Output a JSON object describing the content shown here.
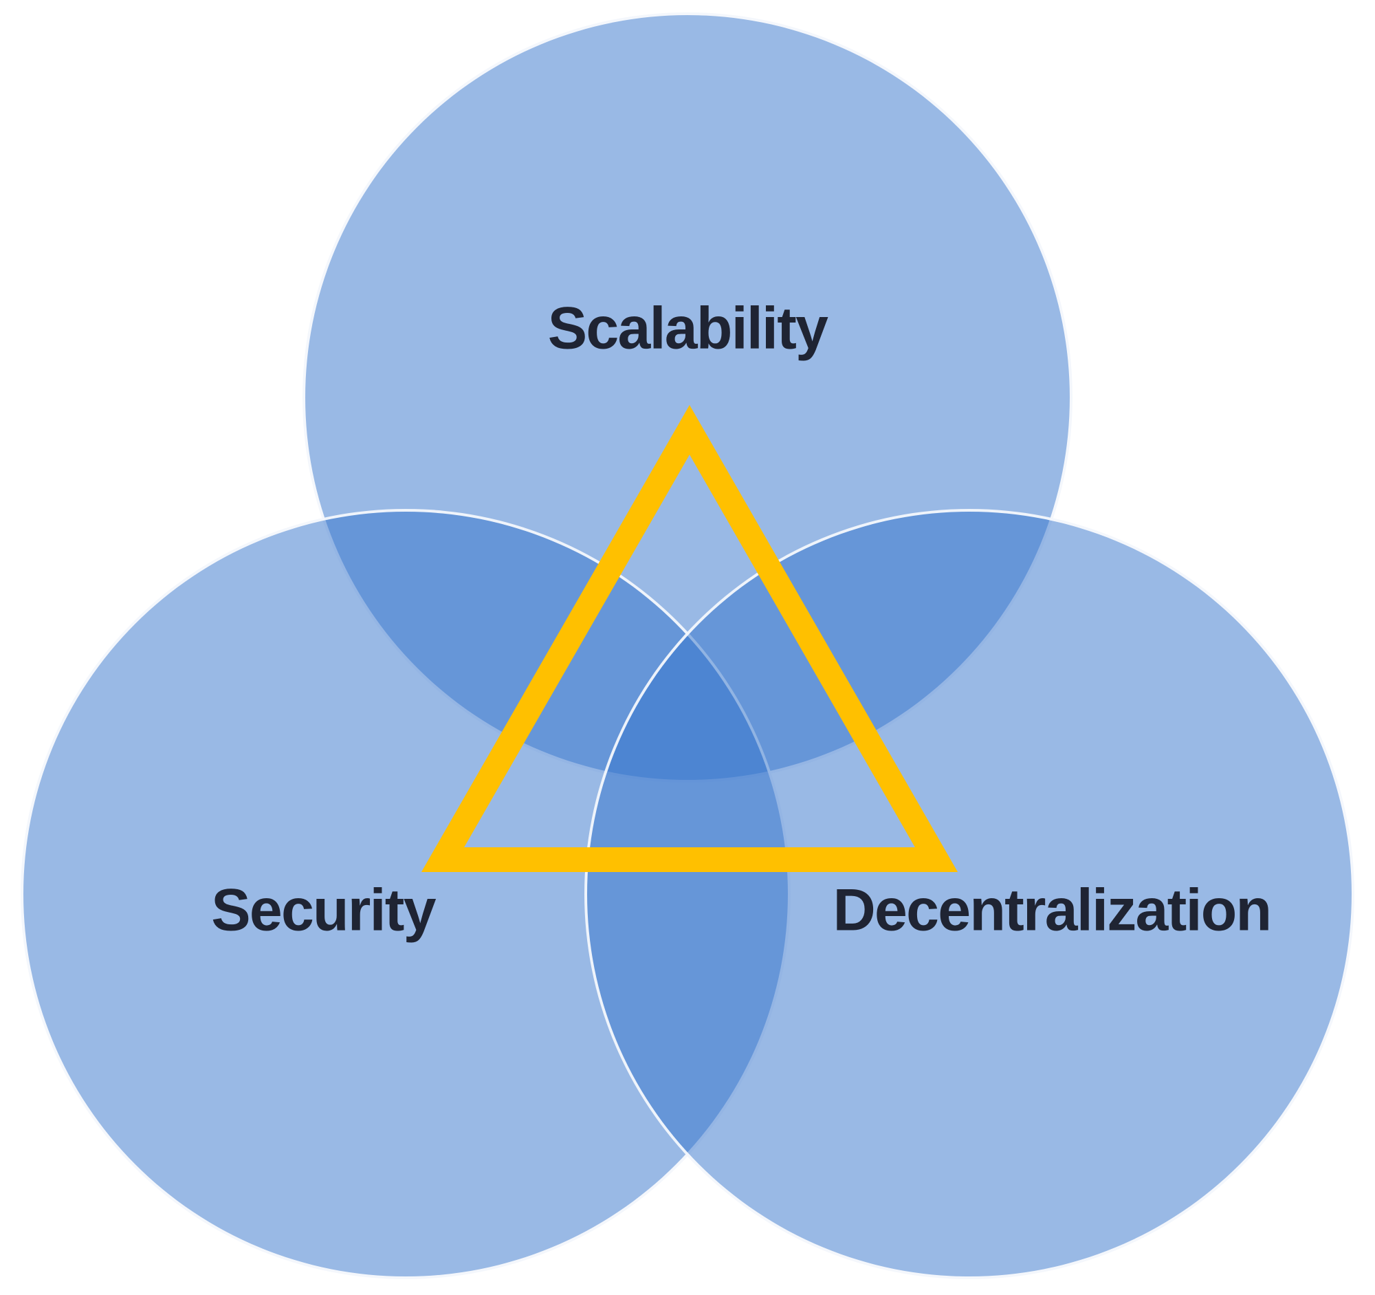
{
  "diagram": {
    "type": "venn",
    "labels": {
      "top": "Scalability",
      "left": "Security",
      "right": "Decentralization"
    },
    "colors": {
      "background": "#FFFFFF",
      "circle_fill_base": "#3373CB",
      "circle_fill_alpha": "0.5",
      "region_single": "#99B9E5",
      "region_double_overlap": "#6592D5",
      "region_triple_overlap": "#4E7FCB",
      "circle_stroke": "#FFFFFF",
      "triangle_stroke": "#FFC000",
      "label_text": "#1F2433"
    }
  }
}
